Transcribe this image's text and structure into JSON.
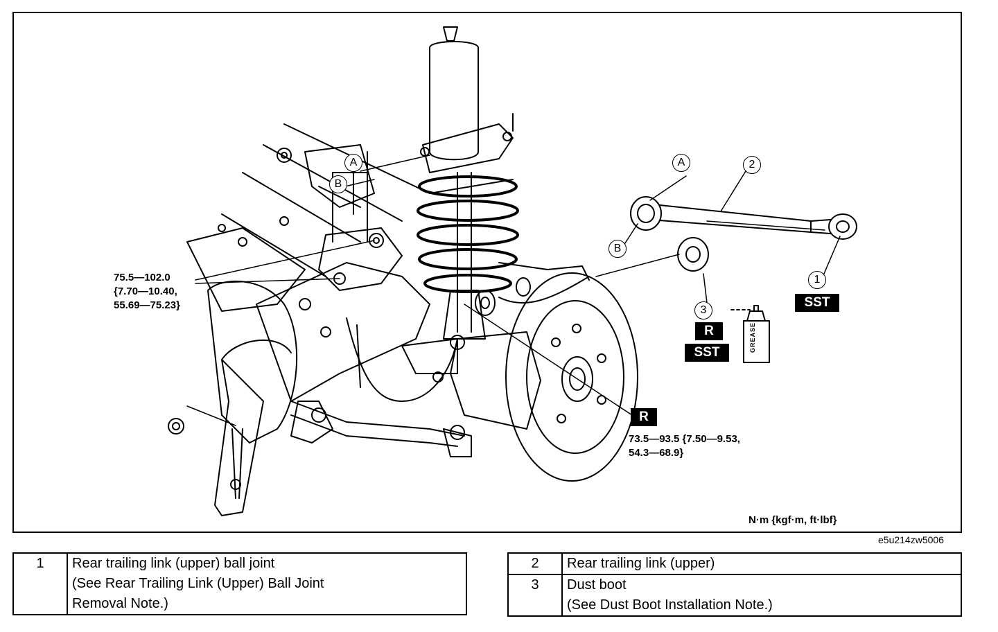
{
  "figure_code": "e5u214zw5006",
  "units_note": "N·m {kgf·m, ft·lbf}",
  "torque_upper_left": [
    "75.5—102.0",
    "{7.70—10.40,",
    "55.69—75.23}"
  ],
  "torque_lower_right": [
    "73.5—93.5 {7.50—9.53,",
    "54.3—68.9}"
  ],
  "callouts": {
    "a_left": "A",
    "b_left": "B",
    "a_right": "A",
    "b_right": "B",
    "n1": "1",
    "n2": "2",
    "n3": "3"
  },
  "badges": {
    "sst_1": "SST",
    "r_3": "R",
    "sst_3": "SST",
    "r_main": "R"
  },
  "grease_label": "GREASE",
  "legend_left": [
    {
      "num": "1",
      "lines": [
        "Rear trailing link (upper) ball joint",
        "(See Rear Trailing Link (Upper) Ball Joint",
        "Removal Note.)"
      ]
    }
  ],
  "legend_right": [
    {
      "num": "2",
      "lines": [
        "Rear trailing link (upper)"
      ]
    },
    {
      "num": "3",
      "lines": [
        "Dust boot",
        "(See Dust Boot Installation Note.)"
      ]
    }
  ]
}
